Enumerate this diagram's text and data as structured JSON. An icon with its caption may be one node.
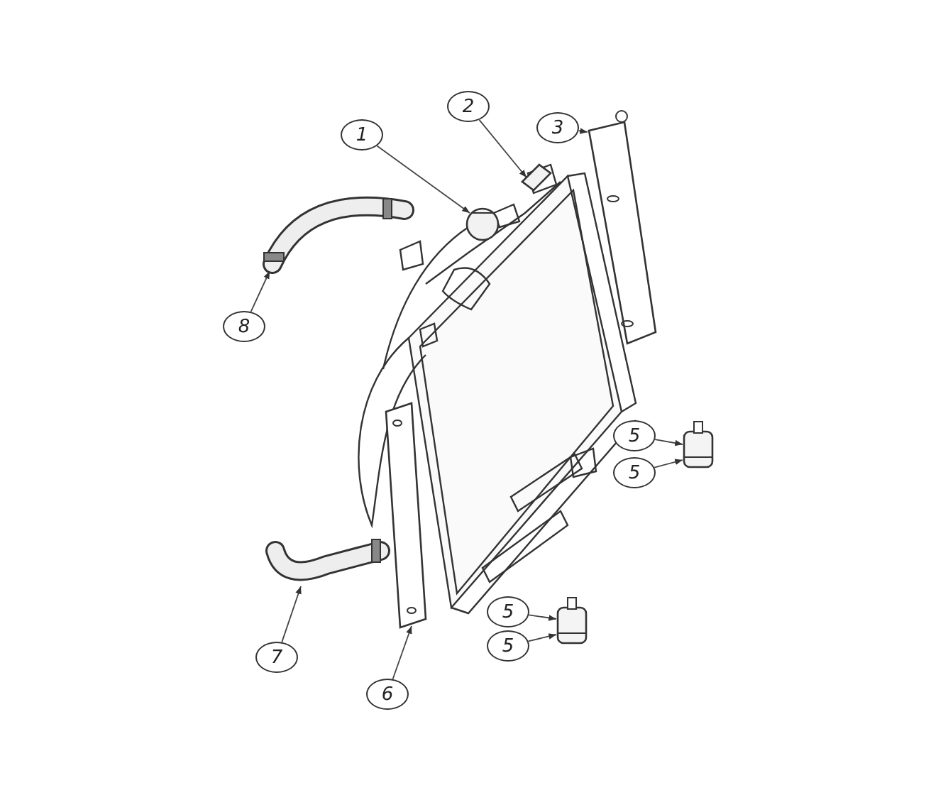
{
  "diagram": {
    "nodes": [
      {
        "text": [
          "2"
        ]
      },
      {
        "text": [],
        "shape": "picture"
      },
      {
        "text": [
          "3"
        ]
      },
      {
        "text": [
          "1"
        ]
      },
      {
        "text": [],
        "shape": "picture"
      },
      {
        "text": [],
        "shape": "picture"
      },
      {
        "text": [
          "8"
        ]
      },
      {
        "text": [],
        "shape": "picture"
      },
      {
        "text": [
          "5"
        ]
      },
      {
        "text": [
          "5"
        ]
      },
      {
        "text": [],
        "shape": "picture"
      },
      {
        "text": [
          "5"
        ]
      },
      {
        "text": [
          "5"
        ]
      },
      {
        "text": [],
        "shape": "picture"
      },
      {
        "text": [
          "7"
        ]
      },
      {
        "text": [],
        "shape": "picture"
      },
      {
        "text": [
          "6"
        ]
      },
      {
        "text": [],
        "shape": "picture"
      }
    ],
    "edges": [
      {
        "from": 0,
        "to": 1,
        "arrow": "to"
      },
      {
        "from": 2,
        "to": 5,
        "arrow": "to"
      },
      {
        "from": 3,
        "to": 4,
        "arrow": "to"
      },
      {
        "from": 6,
        "to": 7,
        "arrow": "to"
      },
      {
        "from": 8,
        "to": 10,
        "arrow": "to"
      },
      {
        "from": 9,
        "to": 10,
        "arrow": "to"
      },
      {
        "from": 11,
        "to": 13,
        "arrow": "to"
      },
      {
        "from": 12,
        "to": 13,
        "arrow": "to"
      },
      {
        "from": 14,
        "to": 15,
        "arrow": "to"
      },
      {
        "from": 16,
        "to": 17,
        "arrow": "to"
      }
    ]
  }
}
